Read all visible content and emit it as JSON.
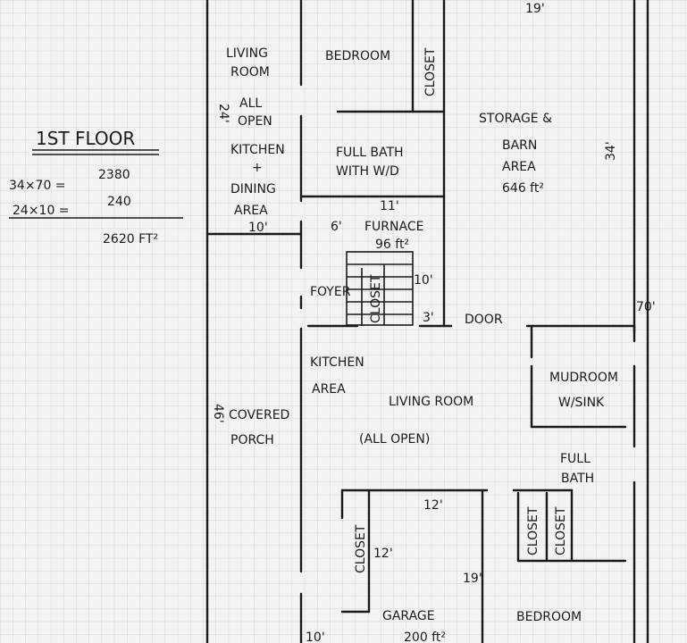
{
  "floor_title": "1ST FLOOR",
  "area_calc": {
    "line1_expr": "34×70 =",
    "line1_val": "2380",
    "line2_expr": "24×10 =",
    "line2_val": "240",
    "total": "2620 FT²"
  },
  "rooms": {
    "living_room_top_1": "LIVING",
    "living_room_top_2": "ROOM",
    "bedroom_top": "BEDROOM",
    "closet_top": "CLOSET",
    "all_open_1": "ALL",
    "all_open_2": "OPEN",
    "kitchen_1": "KITCHEN",
    "kitchen_plus": "+",
    "kitchen_2": "DINING",
    "kitchen_3": "AREA",
    "full_bath_1": "FULL BATH",
    "full_bath_2": "WITH W/D",
    "storage_1": "STORAGE &",
    "storage_2": "BARN",
    "storage_3": "AREA",
    "storage_4": "646 ft²",
    "furnace_1": "FURNACE",
    "furnace_2": "96 ft²",
    "foyer": "FOYER",
    "closet_foyer": "CLOSET",
    "door": "DOOR",
    "kitchen_area_1": "KITCHEN",
    "kitchen_area_2": "AREA",
    "living_room_main": "LIVING ROOM",
    "all_open_main": "(ALL OPEN)",
    "mudroom_1": "MUDROOM",
    "mudroom_2": "W/SINK",
    "covered_porch_1": "COVERED",
    "covered_porch_2": "PORCH",
    "full_bath_lower_1": "FULL",
    "full_bath_lower_2": "BATH",
    "closet_garage": "CLOSET",
    "closet_lower_1": "CLOSET",
    "closet_lower_2": "CLOSET",
    "garage": "GARAGE",
    "garage_area": "200 ft²",
    "bedroom_lower": "BEDROOM"
  },
  "dimensions": {
    "top_19": "19'",
    "left_24": "24'",
    "right_34": "34'",
    "dim_11": "11'",
    "dim_10_kitchen": "10'",
    "dim_6": "6'",
    "dim_10_stairs": "10'",
    "dim_3": "3'",
    "dim_70": "70'",
    "dim_46": "46'",
    "dim_12_top": "12'",
    "dim_12_side": "12'",
    "dim_19_garage": "19'",
    "dim_10_bottom": "10'"
  }
}
